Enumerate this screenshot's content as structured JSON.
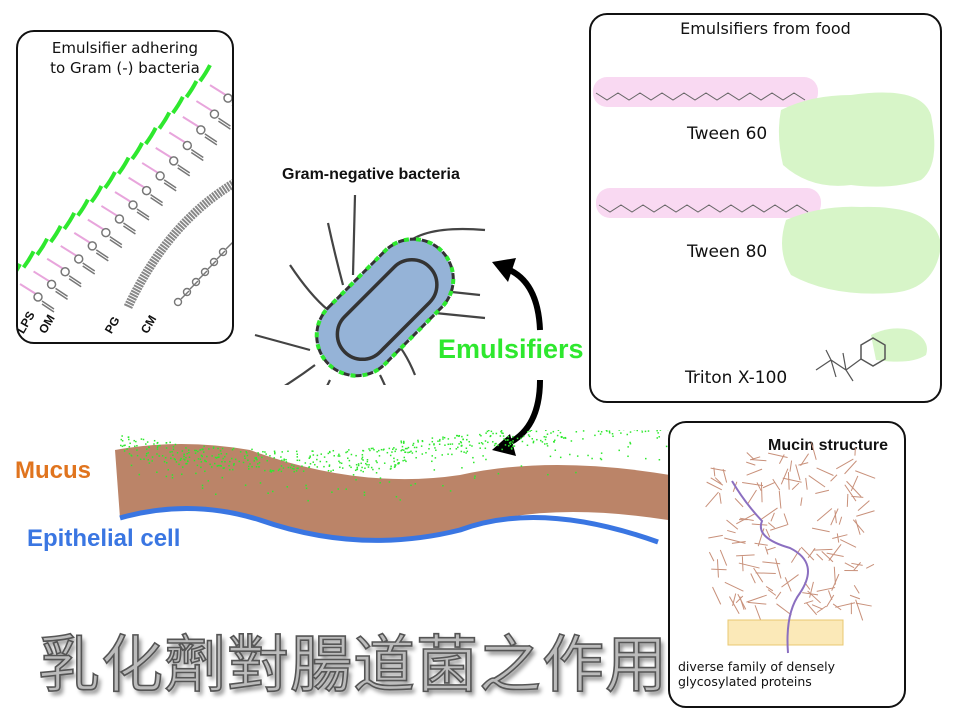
{
  "slide_title": "乳化劑對腸道菌之作用",
  "center": {
    "bacteria_title": "Gram-negative bacteria",
    "emulsifiers_label": "Emulsifiers",
    "mucus_label": "Mucus",
    "epithelial_label": "Epithelial cell"
  },
  "left_panel": {
    "title_line1": "Emulsifier adhering",
    "title_line2": "to Gram (-) bacteria",
    "layer_labels": [
      "LPS",
      "OM",
      "PG",
      "CM"
    ]
  },
  "food_panel": {
    "title": "Emulsifiers from food",
    "compounds": [
      {
        "name": "Tween 60"
      },
      {
        "name": "Tween 80"
      },
      {
        "name": "Triton X-100"
      }
    ]
  },
  "mucin_panel": {
    "title": "Mucin structure",
    "caption_line1": "diverse family of densely",
    "caption_line2": "glycosylated proteins"
  },
  "colors": {
    "emulsifier_green": "#2ee82e",
    "mucus_orange": "#e0741e",
    "epithelial_blue": "#3a76e2",
    "mucus_brown": "#bb8468",
    "bacteria_blue": "#95b3d7",
    "hydrophobic_pink": "#f9d9f2",
    "hydrophilic_green": "#d7f5c8"
  }
}
